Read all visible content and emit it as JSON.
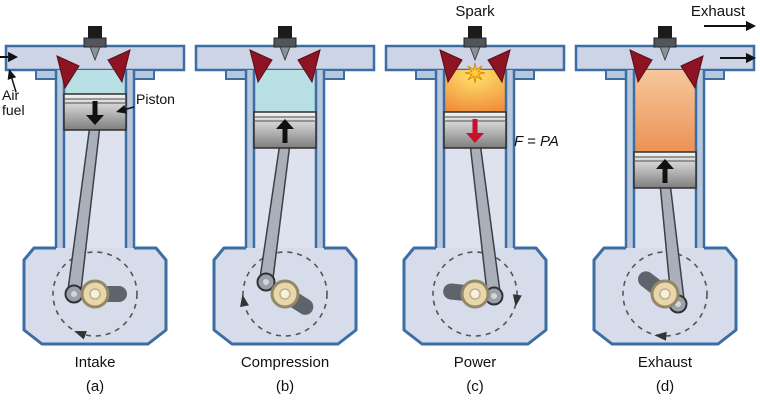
{
  "page": {
    "background": "#ffffff"
  },
  "labels": {
    "spark": "Spark",
    "exhaust_flow": "Exhaust",
    "force_equation": "F = PA",
    "air": "Air",
    "fuel": "fuel",
    "piston": "Piston"
  },
  "colors": {
    "outline_blue": "#3a6ea5",
    "wall_fill": "#b9c7db",
    "bore_fill": "#dde2ee",
    "crankcase_fill": "#d7dcea",
    "duct_fill": "#ccd4e5",
    "valve_red": "#8e1423",
    "intake_gas": "#b7dfe4",
    "combustion_inner": "#ffe36b",
    "combustion_outer": "#f08a3a",
    "exhaust_gas_top": "#f6c79b",
    "exhaust_gas_bottom": "#ec9255",
    "piston_light": "#f4f4f4",
    "piston_mid": "#c0c0c0",
    "piston_dark": "#7e7e7e",
    "rod_fill": "#aab0ba",
    "bearing_fill": "#e8d7a8",
    "power_arrow": "#c8102e",
    "motion_arrow": "#111111",
    "spark_fill": "#ffcf3f",
    "text": "#111111"
  },
  "panels": [
    {
      "stroke": "Intake",
      "letter": "(a)",
      "gas": "intake",
      "piston_motion": "down",
      "valve_open": "intake",
      "spark": false,
      "annotations": [
        "air-fuel",
        "piston-pointer",
        "intake-flow-arrow"
      ]
    },
    {
      "stroke": "Compression",
      "letter": "(b)",
      "gas": "intake",
      "piston_motion": "up",
      "valve_open": "none",
      "spark": false,
      "annotations": []
    },
    {
      "stroke": "Power",
      "letter": "(c)",
      "gas": "combustion",
      "piston_motion": "down",
      "valve_open": "none",
      "spark": true,
      "annotations": [
        "spark-label",
        "force-equation"
      ]
    },
    {
      "stroke": "Exhaust",
      "letter": "(d)",
      "gas": "exhaust",
      "piston_motion": "up",
      "valve_open": "exhaust",
      "spark": false,
      "annotations": [
        "exhaust-label",
        "exhaust-flow-arrow"
      ]
    }
  ]
}
